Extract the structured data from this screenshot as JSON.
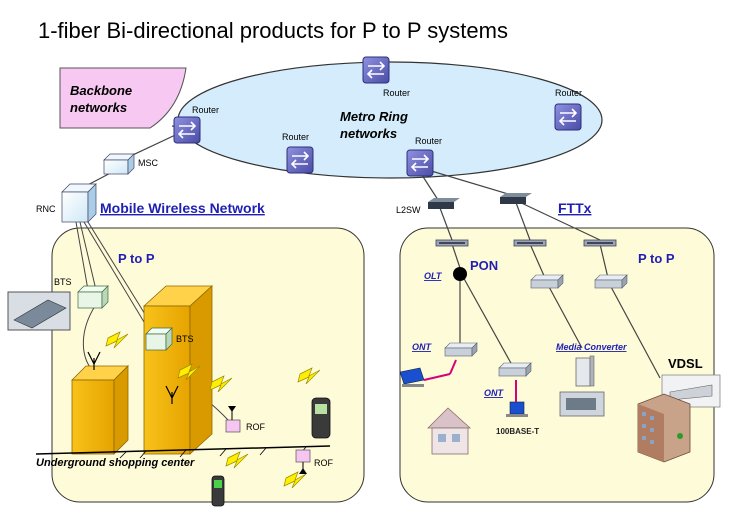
{
  "title": "1-fiber Bi-directional products for P to P systems",
  "clouds": {
    "backbone": "Backbone networks",
    "metro": "Metro Ring networks"
  },
  "labels": {
    "router": "Router",
    "msc": "MSC",
    "rnc": "RNC",
    "l2sw": "L2SW",
    "bts": "BTS",
    "rof": "ROF",
    "olt": "OLT",
    "pon": "PON",
    "ont": "ONT",
    "media_converter": "Media Converter",
    "vdsl": "VDSL",
    "base_t": "100BASE-T",
    "p_to_p": "P to P",
    "underground": "Underground shopping center"
  },
  "sections": {
    "mobile": "Mobile Wireless Network",
    "fttx": "FTTx"
  },
  "colors": {
    "backbone_fill": "#f7c8f2",
    "metro_fill": "#d4ecfb",
    "panel_fill": "#fefbd8",
    "building_fill": "#f5b400",
    "router_fill": "#6a6cc8",
    "link_blue": "#1f1fb4"
  }
}
